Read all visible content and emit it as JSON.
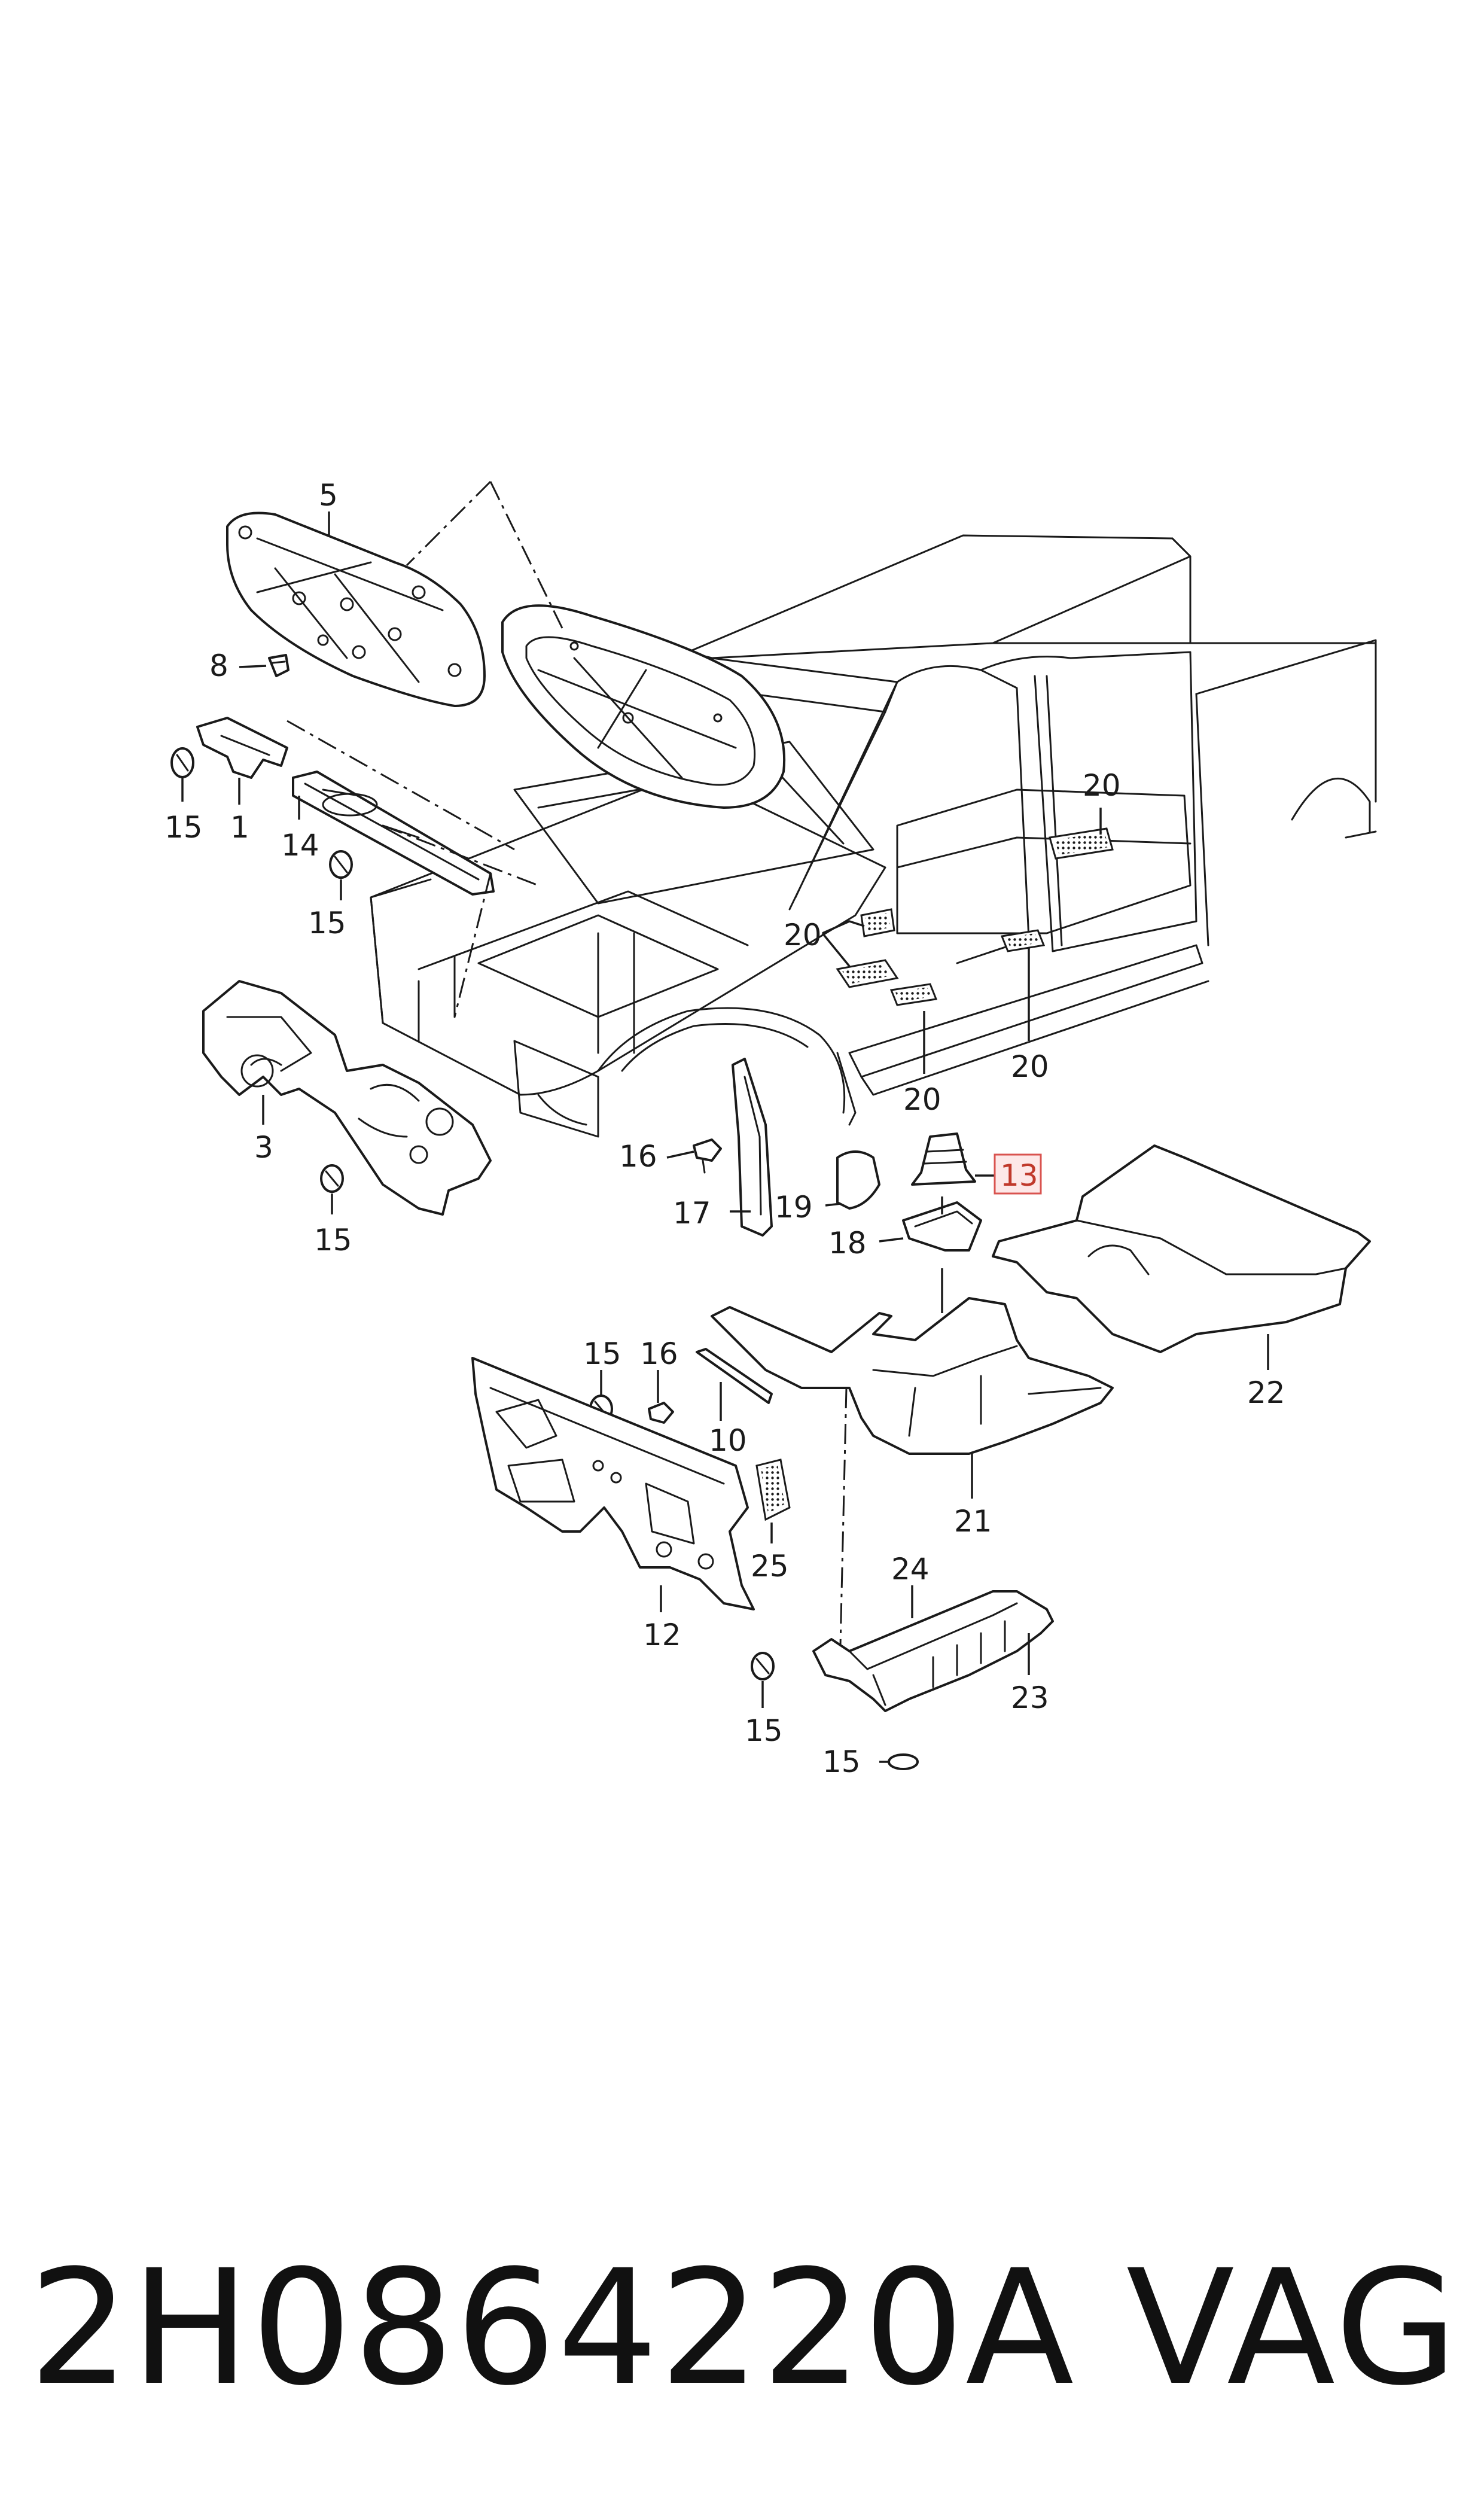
{
  "diagram": {
    "callouts": [
      {
        "id": "c5",
        "label": "5"
      },
      {
        "id": "c8",
        "label": "8"
      },
      {
        "id": "c15a",
        "label": "15"
      },
      {
        "id": "c1",
        "label": "1"
      },
      {
        "id": "c14",
        "label": "14"
      },
      {
        "id": "c15b",
        "label": "15"
      },
      {
        "id": "c3",
        "label": "3"
      },
      {
        "id": "c15c",
        "label": "15"
      },
      {
        "id": "c20a",
        "label": "20"
      },
      {
        "id": "c20b",
        "label": "20"
      },
      {
        "id": "c20c",
        "label": "20"
      },
      {
        "id": "c20d",
        "label": "20"
      },
      {
        "id": "c16a",
        "label": "16"
      },
      {
        "id": "c17",
        "label": "17"
      },
      {
        "id": "c19",
        "label": "19"
      },
      {
        "id": "c18",
        "label": "18"
      },
      {
        "id": "c13",
        "label": "13",
        "highlighted": true
      },
      {
        "id": "c22",
        "label": "22"
      },
      {
        "id": "c15d",
        "label": "15"
      },
      {
        "id": "c16b",
        "label": "16"
      },
      {
        "id": "c10",
        "label": "10"
      },
      {
        "id": "c25",
        "label": "25"
      },
      {
        "id": "c12",
        "label": "12"
      },
      {
        "id": "c21",
        "label": "21"
      },
      {
        "id": "c24",
        "label": "24"
      },
      {
        "id": "c23",
        "label": "23"
      },
      {
        "id": "c15e",
        "label": "15"
      },
      {
        "id": "c15f",
        "label": "15"
      }
    ],
    "highlight_color": "#d9534f"
  },
  "footer": {
    "part_number": "2H0864220A",
    "brand": "VAG"
  }
}
